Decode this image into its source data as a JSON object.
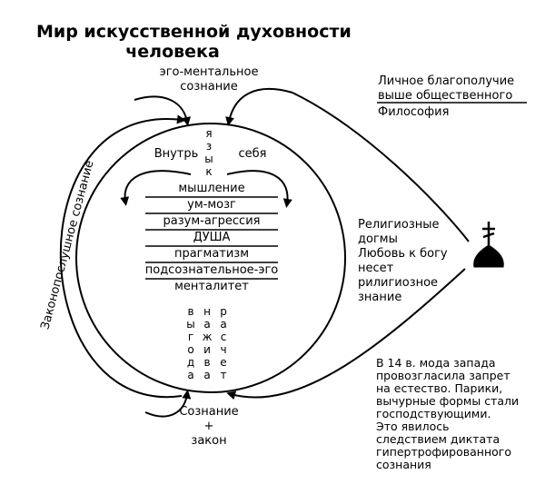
{
  "title": {
    "line1": "Мир искусственной духовности",
    "line2": "человека"
  },
  "top_label": {
    "line1": "эго-ментальное",
    "line2": "сознание"
  },
  "bottom_label": {
    "line1": "Сознание",
    "line2": "+",
    "line3": "закон"
  },
  "left_arc_label": "Законопослушное сознание",
  "inner": {
    "left_word": "Внутрь",
    "right_word": "себя",
    "vertical_word": [
      "я",
      "з",
      "ы",
      "к"
    ],
    "layers": [
      "мышление",
      "ум-мозг",
      "разум-агрессия",
      "ДУША",
      "прагматизм",
      "подсознательное-эго",
      "менталитет"
    ],
    "bottom_columns": [
      [
        "в",
        "ы",
        "г",
        "о",
        "д",
        "а"
      ],
      [
        "н",
        "а",
        "ж",
        "и",
        "в",
        "а"
      ],
      [
        "р",
        "а",
        "с",
        "ч",
        "е",
        "т"
      ]
    ]
  },
  "right_top": {
    "line1": "Личное благополучие",
    "line2": "выше общественного",
    "line3": "Философия"
  },
  "right_middle": [
    "Религиозные",
    "догмы",
    "Любовь к богу",
    "несет",
    "рилигиозное",
    "знание"
  ],
  "right_bottom": [
    "В 14 в. мода запада",
    "провозгласила запрет",
    "на естество. Парики,",
    "вычурные формы стали",
    "господствующими.",
    "Это явилось",
    "следствием диктата",
    "гипертрофированного",
    "сознания"
  ],
  "icons": {
    "church": "church-dome-cross-icon"
  },
  "colors": {
    "ink": "#000000",
    "background": "#ffffff"
  }
}
